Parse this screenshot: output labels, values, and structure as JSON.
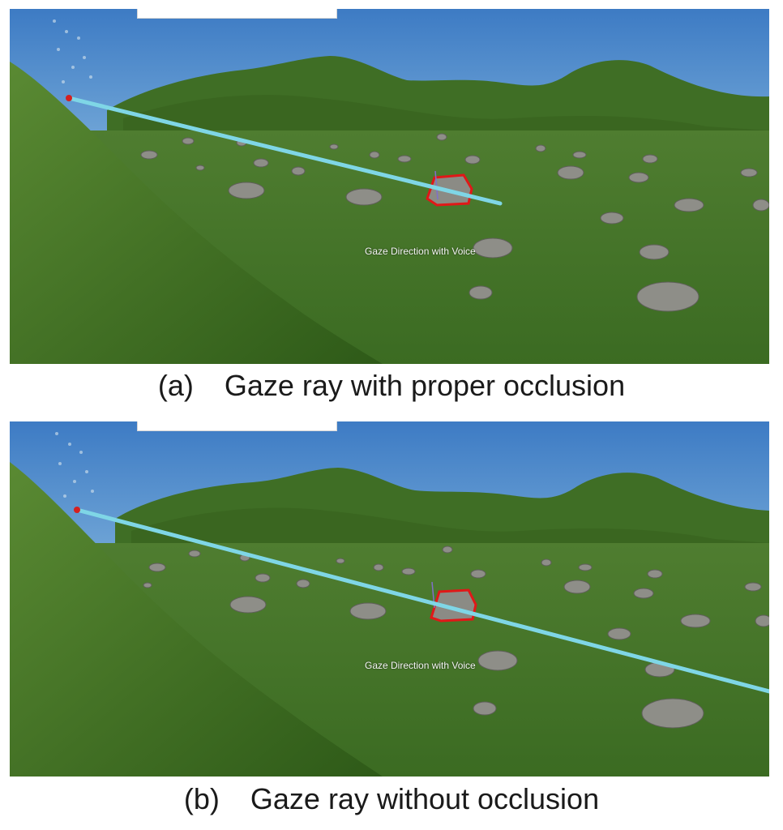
{
  "figure": {
    "panels": [
      {
        "id": "a",
        "caption_letter": "(a)",
        "caption_text": "Gaze ray with proper occlusion",
        "scene_label": "Gaze Direction with Voice",
        "ray_occluded": true
      },
      {
        "id": "b",
        "caption_letter": "(b)",
        "caption_text": "Gaze ray without occlusion",
        "scene_label": "Gaze Direction with Voice",
        "ray_occluded": false
      }
    ]
  },
  "colors": {
    "sky_top": "#3f7fc8",
    "sky_bottom": "#d6eaf4",
    "terrain": "#47752a",
    "hill": "#3d6a24",
    "ray": "#7fd6e6",
    "selection_outline": "#e01818",
    "ray_origin": "#d42020"
  }
}
